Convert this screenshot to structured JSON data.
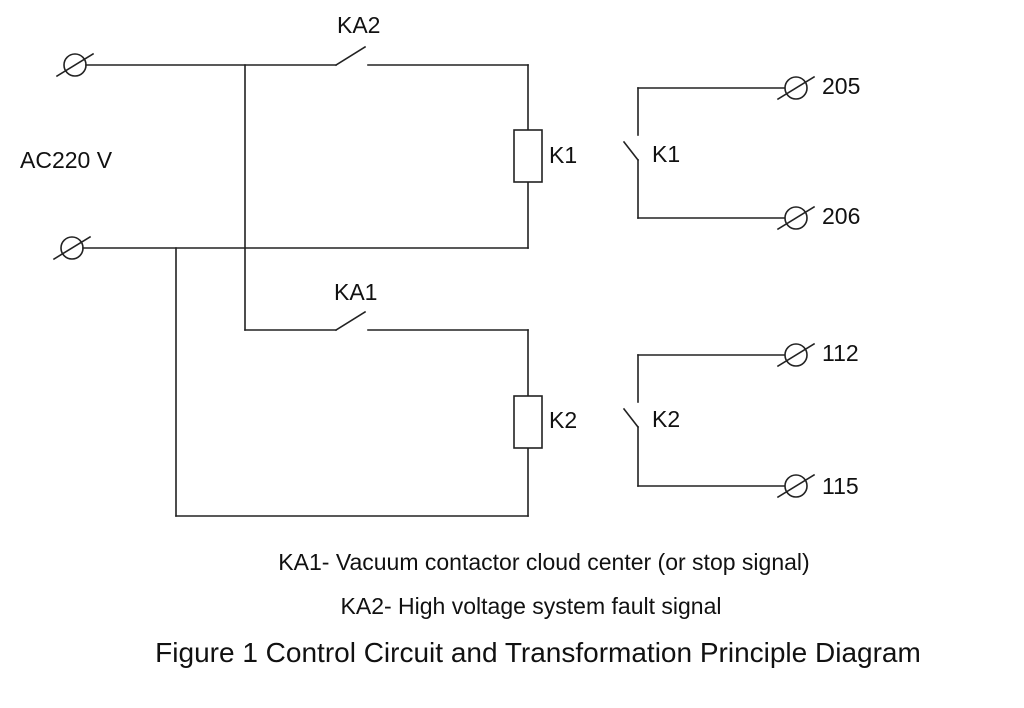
{
  "diagram": {
    "supply_label": "AC220 V",
    "contacts": {
      "ka2": "KA2",
      "ka1": "KA1",
      "k1_contact": "K1",
      "k2_contact": "K2"
    },
    "coils": {
      "k1": "K1",
      "k2": "K2"
    },
    "terminals": {
      "t205": "205",
      "t206": "206",
      "t112": "112",
      "t115": "115"
    },
    "legend": {
      "ka1": "KA1- Vacuum contactor cloud center (or stop signal)",
      "ka2": "KA2- High voltage system fault signal"
    },
    "caption": "Figure 1 Control Circuit and Transformation Principle Diagram"
  }
}
